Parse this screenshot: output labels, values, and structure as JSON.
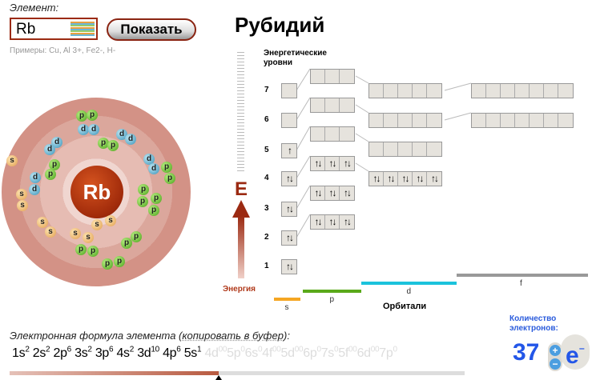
{
  "search": {
    "label": "Элемент:",
    "value": "Rb",
    "show_button": "Показать",
    "examples": "Примеры: Cu, Al 3+, Fe2-, H-"
  },
  "element": {
    "name": "Рубидий",
    "symbol": "Rb",
    "electron_count": "37"
  },
  "atom": {
    "electrons": [
      "p",
      "p",
      "d",
      "d",
      "d",
      "d",
      "p",
      "p",
      "d",
      "d",
      "s",
      "p",
      "p",
      "d",
      "d",
      "p",
      "p",
      "d",
      "d",
      "s",
      "s",
      "p",
      "p",
      "p",
      "p",
      "s",
      "s",
      "s",
      "s",
      "s",
      "s",
      "p",
      "p",
      "p",
      "p",
      "p",
      "p"
    ]
  },
  "diagram": {
    "levels_title_1": "Энергетические",
    "levels_title_2": "уровни",
    "energy_letter": "E",
    "energy_label": "Энергия",
    "orbitals_label": "Орбитали",
    "levels": [
      "7",
      "6",
      "5",
      "4",
      "3",
      "2",
      "1"
    ],
    "types": {
      "s": "s",
      "p": "p",
      "d": "d",
      "f": "f"
    },
    "colors": {
      "s": "#f5a623",
      "p": "#5aa91a",
      "d": "#1bc3dc",
      "f": "#999999"
    },
    "sublevels": [
      {
        "name": "1s",
        "electrons": 2
      },
      {
        "name": "2s",
        "electrons": 2
      },
      {
        "name": "2p",
        "electrons": 6
      },
      {
        "name": "3s",
        "electrons": 2
      },
      {
        "name": "3p",
        "electrons": 6
      },
      {
        "name": "4s",
        "electrons": 2
      },
      {
        "name": "3d",
        "electrons": 10
      },
      {
        "name": "4p",
        "electrons": 6
      },
      {
        "name": "5s",
        "electrons": 1
      },
      {
        "name": "4d",
        "electrons": 0
      },
      {
        "name": "5p",
        "electrons": 0
      },
      {
        "name": "6s",
        "electrons": 0
      },
      {
        "name": "4f",
        "electrons": 0
      },
      {
        "name": "5d",
        "electrons": 0
      },
      {
        "name": "6p",
        "electrons": 0
      },
      {
        "name": "7s",
        "electrons": 0
      },
      {
        "name": "5f",
        "electrons": 0
      },
      {
        "name": "6d",
        "electrons": 0
      },
      {
        "name": "7p",
        "electrons": 0
      }
    ]
  },
  "formula": {
    "label_prefix": "Электронная формула элемента (",
    "copy_link": "копировать в буфер",
    "label_suffix": "):",
    "filled": [
      [
        "1s",
        "2"
      ],
      [
        "2s",
        "2"
      ],
      [
        "2p",
        "6"
      ],
      [
        "3s",
        "2"
      ],
      [
        "3p",
        "6"
      ],
      [
        "4s",
        "2"
      ],
      [
        "3d",
        "10"
      ],
      [
        "4p",
        "6"
      ],
      [
        "5s",
        "1"
      ]
    ],
    "empty": [
      [
        "4d",
        "00"
      ],
      [
        "5p",
        "0"
      ],
      [
        "6s",
        "0"
      ],
      [
        "4f",
        "00"
      ],
      [
        "5d",
        "00"
      ],
      [
        "6p",
        "0"
      ],
      [
        "7s",
        "0"
      ],
      [
        "5f",
        "00"
      ],
      [
        "6d",
        "00"
      ],
      [
        "7p",
        "0"
      ]
    ],
    "progress_percent": 46
  },
  "counter": {
    "label_1": "Количество",
    "label_2": "электронов:",
    "plus": "+",
    "minus": "−",
    "e_symbol": "e"
  }
}
